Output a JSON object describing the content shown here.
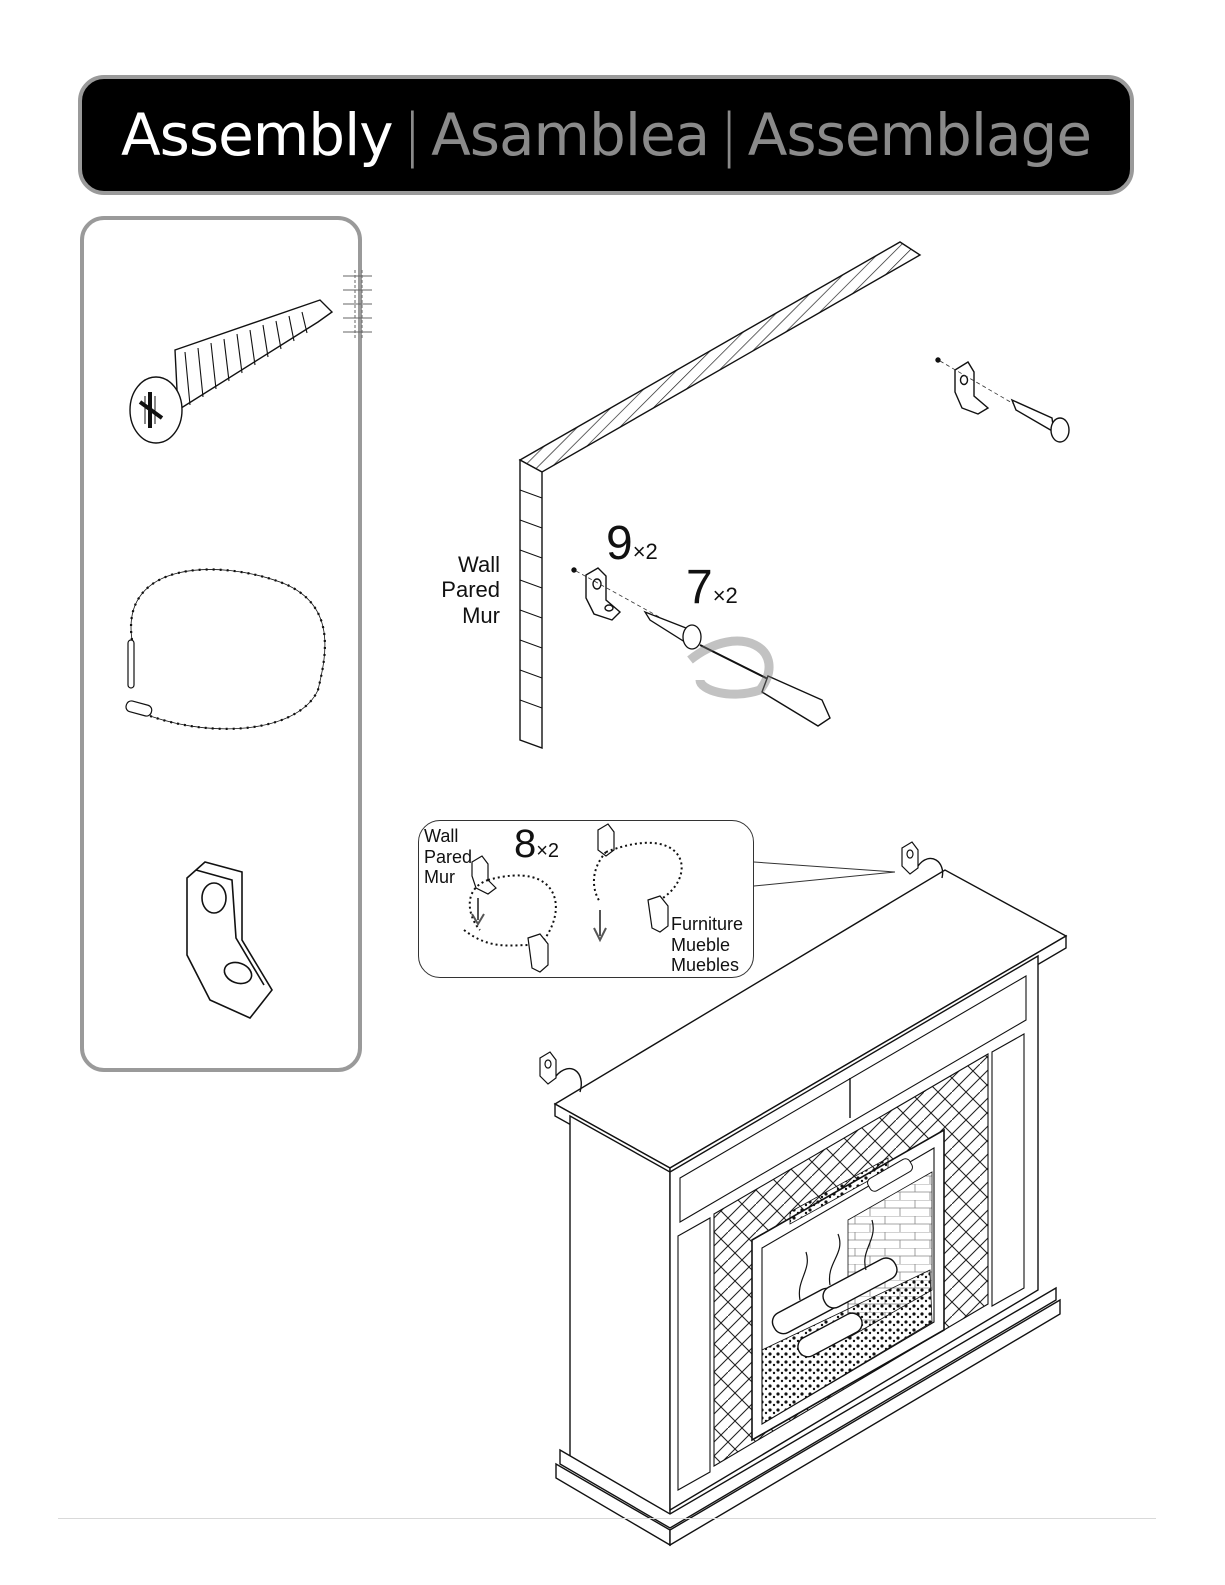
{
  "banner": {
    "title_en": "Assembly",
    "separator": "|",
    "title_es": "Asamblea",
    "title_fr": "Assemblage"
  },
  "parts": [
    {
      "name": "screw",
      "icon": "wood-screw-icon"
    },
    {
      "name": "chain",
      "icon": "ball-chain-icon"
    },
    {
      "name": "bracket",
      "icon": "l-bracket-icon"
    }
  ],
  "step_wall": {
    "label_lines": [
      "Wall",
      "Pared",
      "Mur"
    ],
    "qty_bracket": {
      "number": "9",
      "times": "×2"
    },
    "qty_screw": {
      "number": "7",
      "times": "×2"
    }
  },
  "step_callout": {
    "wall_lines": [
      "Wall",
      "Pared",
      "Mur"
    ],
    "qty_chain": {
      "number": "8",
      "times": "×2"
    },
    "furniture_lines": [
      "Furniture",
      "Mueble",
      "Muebles"
    ]
  },
  "colors": {
    "banner_bg": "#000000",
    "banner_border": "#9a9a9a",
    "english": "#ffffff",
    "translations": "#8a8a8a"
  }
}
